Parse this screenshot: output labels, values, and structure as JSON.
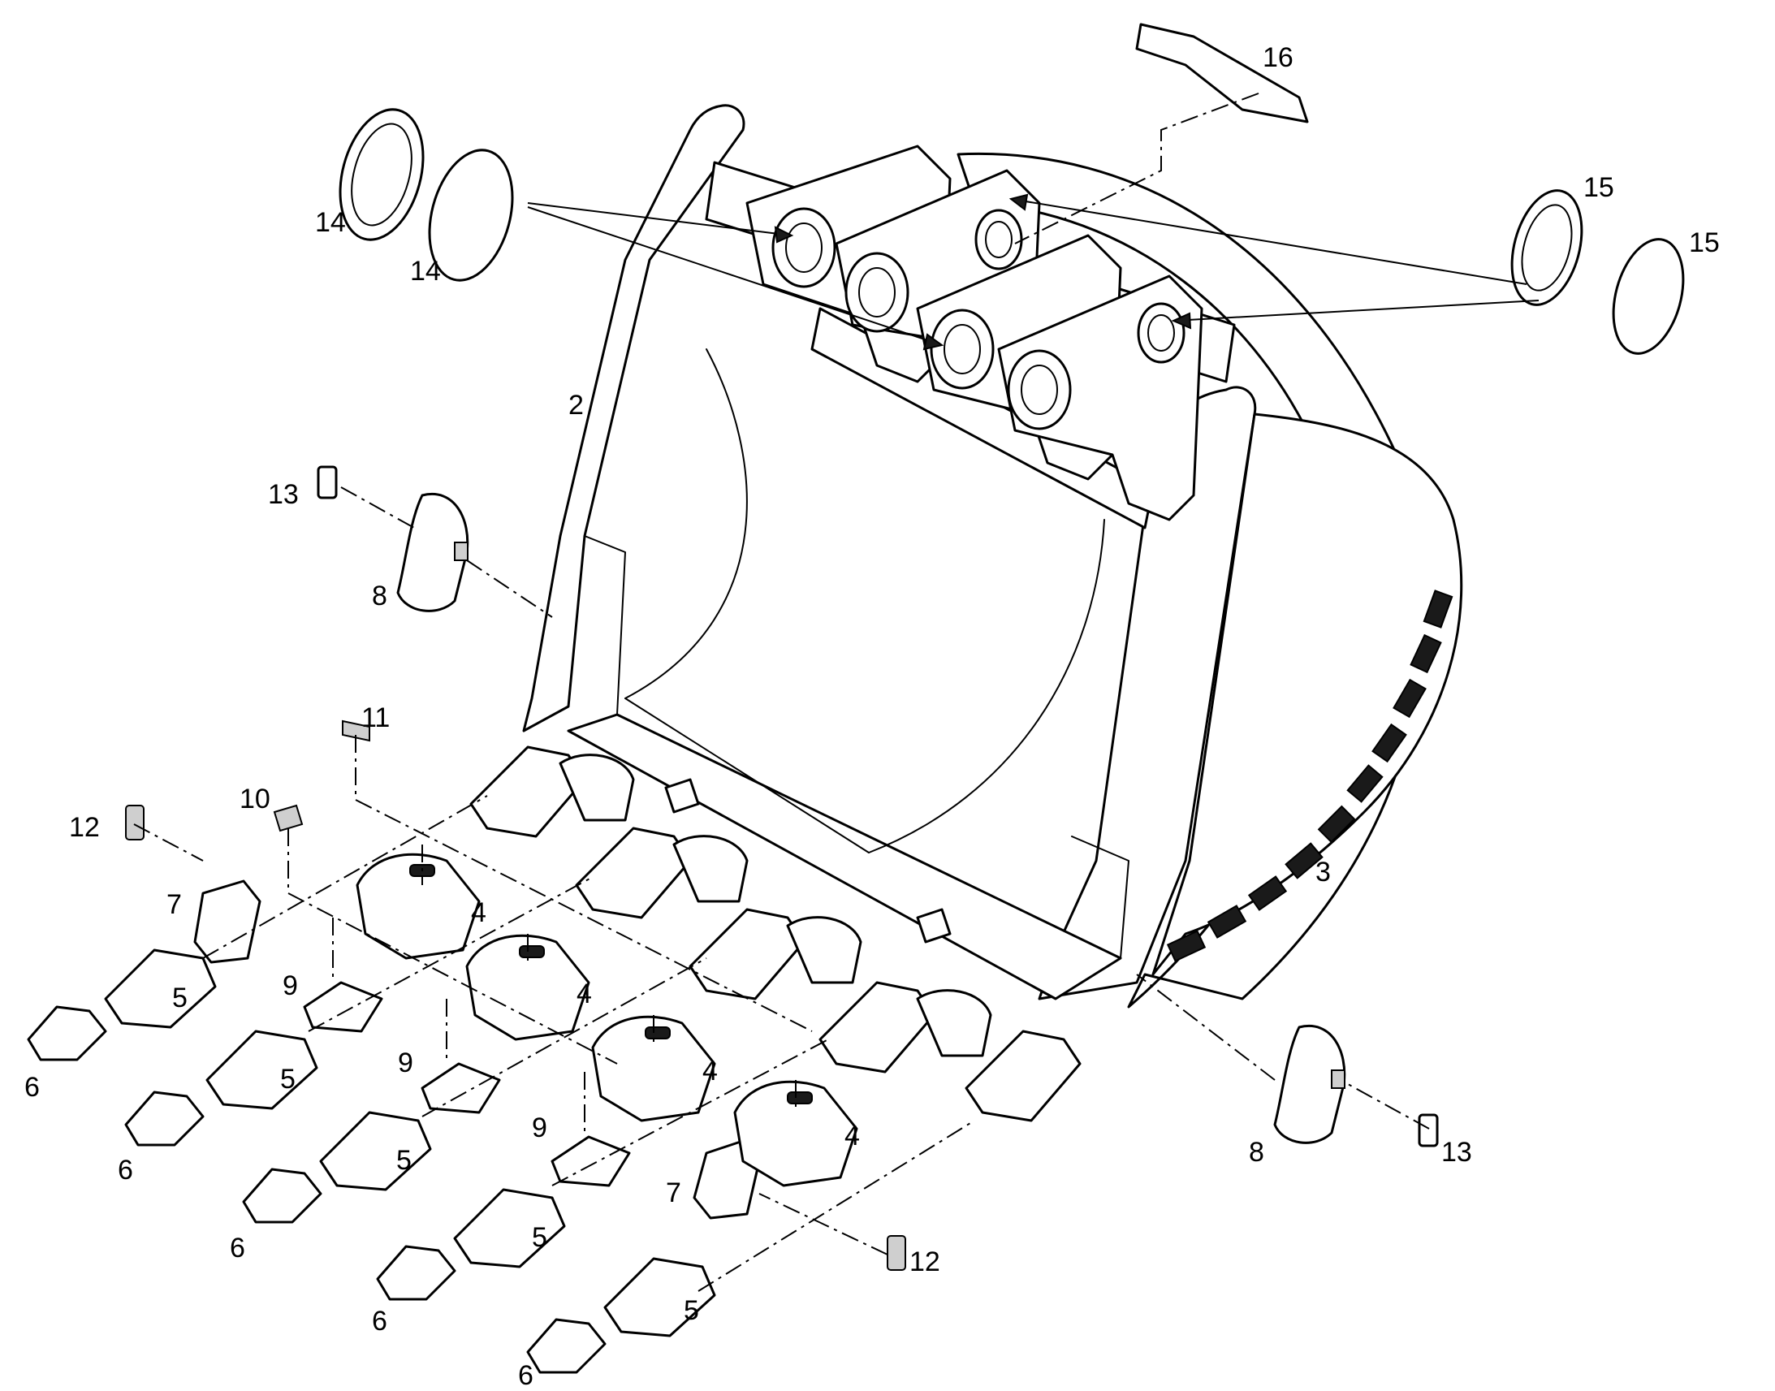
{
  "callouts": [
    {
      "label": "2"
    },
    {
      "label": "3"
    },
    {
      "label": "4"
    },
    {
      "label": "4"
    },
    {
      "label": "4"
    },
    {
      "label": "4"
    },
    {
      "label": "5"
    },
    {
      "label": "5"
    },
    {
      "label": "5"
    },
    {
      "label": "5"
    },
    {
      "label": "5"
    },
    {
      "label": "6"
    },
    {
      "label": "6"
    },
    {
      "label": "6"
    },
    {
      "label": "6"
    },
    {
      "label": "6"
    },
    {
      "label": "7"
    },
    {
      "label": "7"
    },
    {
      "label": "8"
    },
    {
      "label": "8"
    },
    {
      "label": "9"
    },
    {
      "label": "9"
    },
    {
      "label": "9"
    },
    {
      "label": "10"
    },
    {
      "label": "11"
    },
    {
      "label": "12"
    },
    {
      "label": "12"
    },
    {
      "label": "13"
    },
    {
      "label": "13"
    },
    {
      "label": "14"
    },
    {
      "label": "14"
    },
    {
      "label": "15"
    },
    {
      "label": "15"
    },
    {
      "label": "16"
    }
  ],
  "colors": {
    "line": "#000000",
    "background": "#ffffff"
  }
}
